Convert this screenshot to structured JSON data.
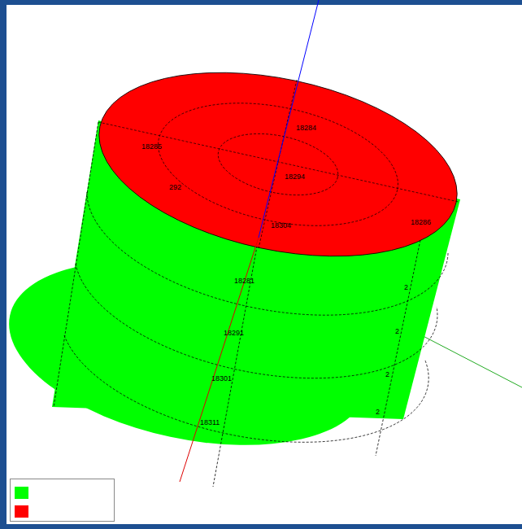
{
  "diagram": {
    "labels": [
      "18284",
      "18285",
      "292",
      "18294",
      "18304",
      "18286",
      "18281",
      "18291",
      "18301",
      "18311",
      "2",
      "2",
      "2",
      "2"
    ]
  }
}
